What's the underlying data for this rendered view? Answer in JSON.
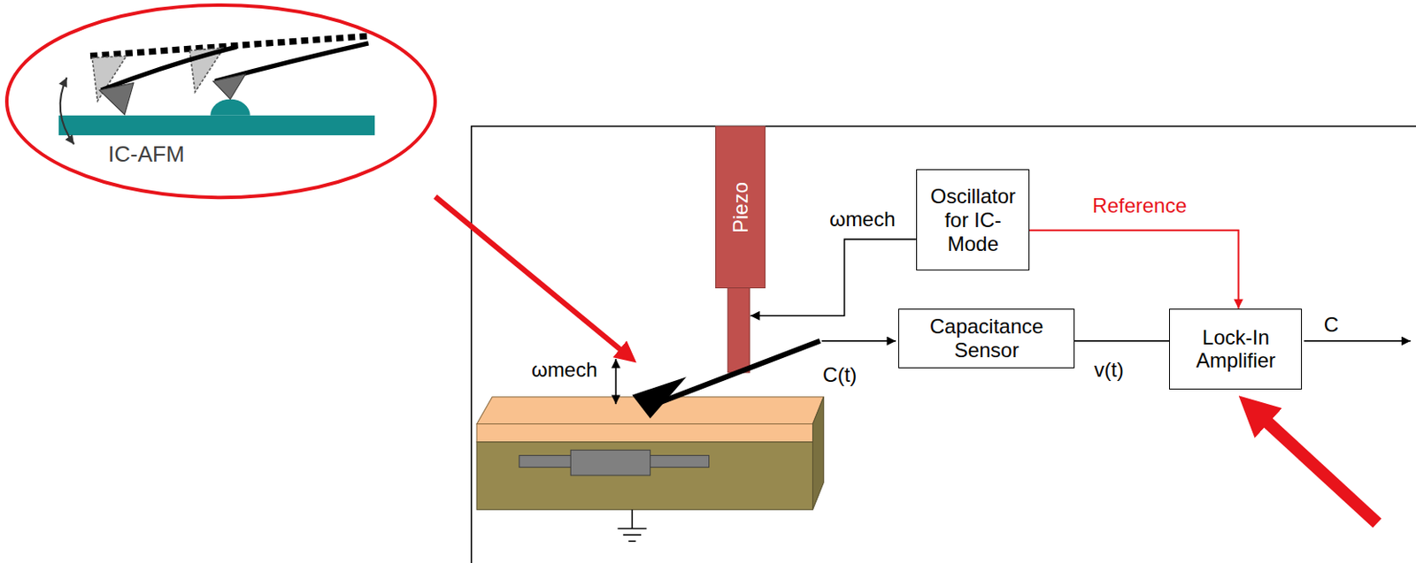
{
  "diagram": {
    "nodes": [
      {
        "text": [
          "IC-AFM"
        ]
      },
      {
        "text": [
          "Piezo"
        ]
      },
      {
        "text": [
          "Oscillator for IC-Mode"
        ]
      },
      {
        "text": [
          "Capacitance Sensor"
        ]
      },
      {
        "text": [
          "Lock-In Amplifier"
        ]
      }
    ],
    "edges": [
      {
        "from": 2,
        "to": 1,
        "arrow": "to",
        "label": "ωmech"
      },
      {
        "from": 2,
        "to": 4,
        "arrow": "to",
        "label": "Reference"
      },
      {
        "from": 3,
        "to": 4,
        "arrow": "none",
        "label": "v(t)"
      }
    ],
    "labels": [
      "ωmech",
      "C(t)",
      "C"
    ]
  }
}
